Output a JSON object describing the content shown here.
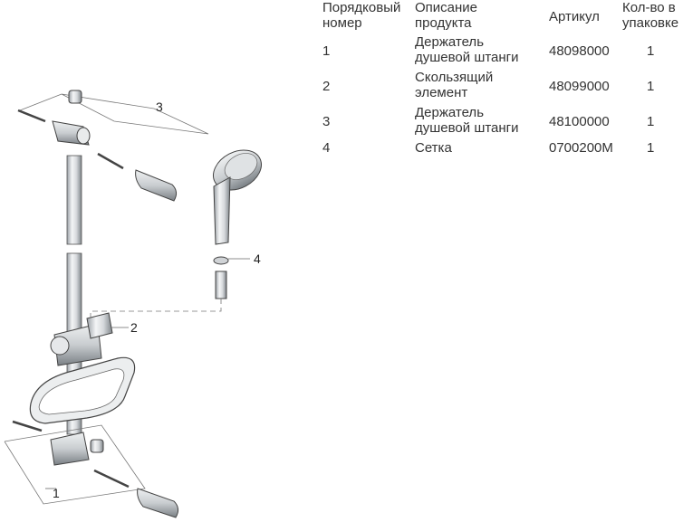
{
  "table": {
    "headers": [
      {
        "key": "num",
        "label": "Порядковый\nномер"
      },
      {
        "key": "desc",
        "label": "Описание\nпродукта"
      },
      {
        "key": "art",
        "label": "Артикул"
      },
      {
        "key": "qty",
        "label": "Кол-во в\nупаковке"
      }
    ],
    "rows": [
      {
        "num": "1",
        "desc": "Держатель\nдушевой штанги",
        "art": "48098000",
        "qty": "1"
      },
      {
        "num": "2",
        "desc": "Скользящий\nэлемент",
        "art": "48099000",
        "qty": "1"
      },
      {
        "num": "3",
        "desc": "Держатель\nдушевой штанги",
        "art": "48100000",
        "qty": "1"
      },
      {
        "num": "4",
        "desc": "Сетка",
        "art": "0700200M",
        "qty": "1"
      }
    ]
  },
  "callouts": {
    "c1": "1",
    "c2": "2",
    "c3": "3",
    "c4": "4"
  }
}
